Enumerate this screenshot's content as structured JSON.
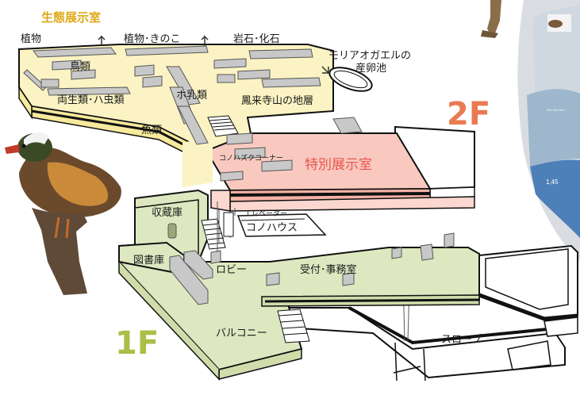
{
  "title": "生態展示室",
  "floors": {
    "f2": "2F",
    "f1": "1F"
  },
  "labels2f": {
    "plants": "植物",
    "plants_mushrooms": "植物･きのこ",
    "rocks_fossils": "岩石･化石",
    "birds": "鳥類",
    "amphibians_insects": "両生類･ハ虫類",
    "mammals": "ホ乳類",
    "fish": "魚類",
    "horaiji_strata": "鳳来寺山の地層",
    "moriaogaeru_1": "モリアオガエルの",
    "moriaogaeru_2": "産卵池",
    "konohazuku_corner": "コノハズクコーナー",
    "special_exhibition": "特別展示室"
  },
  "labels1f": {
    "storage": "収蔵庫",
    "library": "図書庫",
    "elevator": "エレベーター",
    "konohouse": "コノハウス",
    "lobby": "ロビー",
    "reception": "受付･事務室",
    "balcony": "バルコニー",
    "slope": "スロープ"
  },
  "colors": {
    "title": "#e0a818",
    "floor2_yellow": "#fbf3c3",
    "special_pink": "#f9c9c0",
    "floor1_green": "#dde8c0",
    "label_2f": "#ea7a52",
    "label_1f": "#a9bf47",
    "display_case": "#c8c8c8"
  }
}
